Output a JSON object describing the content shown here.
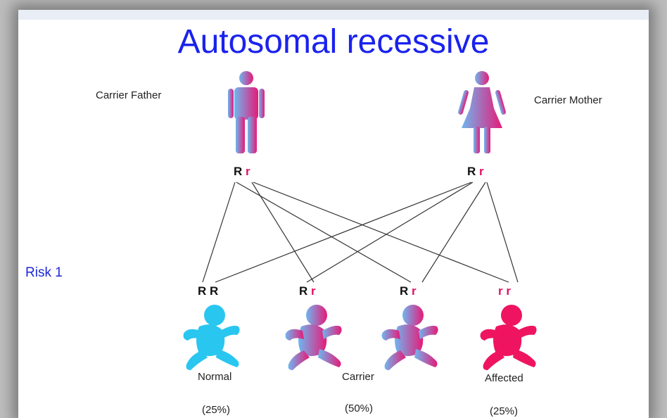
{
  "title": "Autosomal recessive",
  "parents": {
    "father": {
      "label": "Carrier Father",
      "alleles": [
        "R",
        "r"
      ]
    },
    "mother": {
      "label": "Carrier Mother",
      "alleles": [
        "R",
        "r"
      ]
    }
  },
  "risk_label": "Risk 1",
  "offspring": [
    {
      "alleles": [
        "R",
        "R"
      ],
      "status": "Normal",
      "percent": "(25%)"
    },
    {
      "alleles": [
        "R",
        "r"
      ],
      "status": "",
      "percent": ""
    },
    {
      "alleles": [
        "R",
        "r"
      ],
      "status": "Carrier",
      "percent": "(50%)"
    },
    {
      "alleles": [
        "r",
        "r"
      ],
      "status": "Affected",
      "percent": "(25%)"
    }
  ],
  "colors": {
    "title": "#1a22ee",
    "dominant_allele": "#111111",
    "recessive_allele": "#e0115f",
    "normal": "#29c6f0",
    "affected": "#ee1460",
    "carrier_gradient": [
      "#6fb6f0",
      "#e61a78"
    ]
  }
}
